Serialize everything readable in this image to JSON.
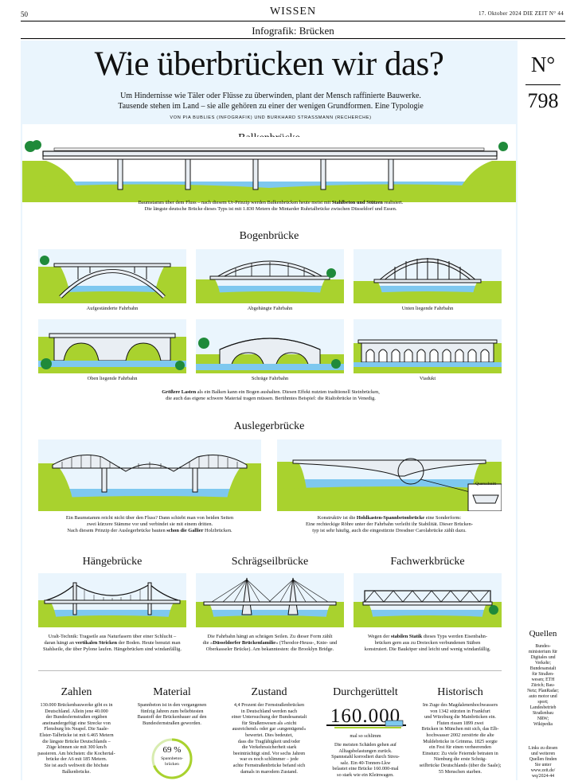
{
  "header": {
    "page_number": "50",
    "section": "WISSEN",
    "dateline": "17. Oktober 2024  DIE ZEIT N° 44",
    "subtitle": "Infografik: Brücken"
  },
  "article": {
    "title": "Wie überbrücken wir das?",
    "lead_1": "Um Hindernisse wie Täler oder Flüsse zu überwinden, plant der Mensch raffinierte Bauwerke.",
    "lead_2": "Tausende stehen im Land – sie alle gehören zu einer der wenigen Grundformen. Eine Typologie",
    "byline": "VON PIA BUBLIES (INFOGRAFIK) UND BURKHARD STRASSMANN (RECHERCHE)"
  },
  "issue": {
    "symbol": "N°",
    "number": "798"
  },
  "balken": {
    "heading": "Balkenbrücke",
    "caption_1a": "Baumstamm über dem Fluss – nach diesem Ur-Prinzip werden Balkenbrücken heute meist mit ",
    "caption_1b": "Stahlbeton und Stützen",
    "caption_1c": " realisiert.",
    "caption_2": "Die längste deutsche Brücke dieses Typs ist mit 1.830 Metern die Mintarder Ruhrtalbrücke zwischen Düsseldorf und Essen."
  },
  "bogen": {
    "heading": "Bogenbrücke",
    "labels": [
      "Aufgeständerte Fahrbahn",
      "Abgehängte Fahrbahn",
      "Unten liegende Fahrbahn",
      "Oben liegende Fahrbahn",
      "Schräge Fahrbahn",
      "Viadukt"
    ],
    "caption_1a": "Größere Lasten",
    "caption_1b": " als ein Balken kann ein Bogen aushalten. Diesen Effekt nutzten traditionell Steinbrücken,",
    "caption_2": "die auch das eigene schwere Material tragen müssen. Berühmtes Beispiel: die Rialtobrücke in Venedig."
  },
  "ausleger": {
    "heading": "Auslegerbrücke",
    "left_1": "Ein Baumstamm reicht nicht über den Fluss? Dann schiebt man von beiden Seiten",
    "left_2": "zwei kürzere Stämme vor und verbindet sie mit einem dritten.",
    "left_3a": "Nach diesem Prinzip der Auslegerbrücke bauten ",
    "left_3b": "schon die Gallier",
    "left_3c": " Holzbrücken.",
    "right_1a": "Konstruktiv ist die ",
    "right_1b": "Hohlkasten-Spannbetonbrücke",
    "right_1c": " eine Sonderform:",
    "right_2": "Eine rechteckige Röhre unter der Fahrbahn verleiht ihr Stabilität. Dieser Brücken-",
    "right_3": "typ ist sehr häufig, auch die eingestürzte Dresdner Carolabrücke zählt dazu.",
    "inset_label": "Querschnitt"
  },
  "haenge": {
    "heading": "Hängebrücke",
    "c1a": "Uralt-Technik: Tragseile aus Naturfasern über einer Schlucht –",
    "c2a": "daran hängt an ",
    "c2b": "vertikalen Stricken",
    "c2c": " der Boden. Heute benutzt man",
    "c3": "Stahlseile, die über Pylone laufen. Hängebrücken sind windanfällig."
  },
  "schraeg": {
    "heading": "Schrägseilbrücke",
    "c1": "Die Fahrbahn hängt an schrägen Seilen. Zu dieser Form zählt",
    "c2a": "die »",
    "c2b": "Düsseldorfer Brückenfamilie",
    "c2c": "« (Theodor-Heuss-, Knie- und",
    "c3": "Oberkasseler Brücke). Am bekanntesten: die Brooklyn Bridge."
  },
  "fachwerk": {
    "heading": "Fachwerkbrücke",
    "c1a": "Wegen der ",
    "c1b": "stabilen Statik",
    "c1c": " dieses Typs werden Eisenbahn-",
    "c2": "brücken gern aus zu Dreiecken verbundenen Stäben",
    "c3": "konstruiert. Die Bauköper sind leicht und wenig windanfällig."
  },
  "quellen": {
    "heading": "Quellen",
    "text": [
      "Bundes-",
      "ministerium für",
      "Digitales und",
      "Verkehr;",
      "Bundesanstalt",
      "für Straßen-",
      "wesen; ETH",
      "Zürich; Bau-",
      "Netz; PlanRadar;",
      "auto motor und",
      "sport;",
      "Landesbetrieb",
      "Straßenbau",
      "NRW;",
      "Wikipedia"
    ],
    "text2": [
      "Links zu diesen",
      "und weiteren",
      "Quellen finden",
      "Sie unter",
      "www.zeit.de/",
      "wq/2024-44"
    ]
  },
  "zahlen": {
    "heading": "Zahlen",
    "lines": [
      "130.000 Brückenbauwerke gibt es in",
      "Deutschland. Allein jene 40.000",
      "der Bundesfernstraßen ergäben",
      "aneinandergefügt eine Strecke von",
      "Flensburg bis Neapel. Die Saale-",
      "Elster-Talbrücke ist mit 6.465 Metern",
      "die längste Brücke Deutschlands –",
      "Züge können sie mit 300 km/h",
      "passieren. Am höchsten: die Kochertal-",
      "brücke der A6 mit 185 Metern.",
      "Sie ist auch weltweit die höchste",
      "Balkenbrücke."
    ]
  },
  "material": {
    "heading": "Material",
    "lines": [
      "Spannbeton ist in den vergangenen",
      "fünfzig Jahren zum beliebtesten",
      "Baustoff der Brückenbauer auf den",
      "Bundesfernstraßen geworden."
    ],
    "pct_label": "69 %",
    "pct_sub": "Spannbeton-",
    "pct_sub2": "brücken",
    "pct": 69
  },
  "zustand": {
    "heading": "Zustand",
    "lines": [
      "4,4 Prozent der Fernstraßenbrücken",
      "in Deutschland werden nach",
      "einer Untersuchung der Bundesanstalt",
      "für Straßenwesen als »nicht",
      "ausreichend« oder gar »ungenügend«",
      "bewertet. Dies bedeutet,",
      "dass die Tragfähigkeit und/oder",
      "die Verkehrssicherheit stark",
      "beeinträchtigt sind. Vor sechs Jahren",
      "war es noch schlimmer – jede",
      "achte Fernstraßenbrücke befand sich",
      "damals in marodem Zustand."
    ]
  },
  "durch": {
    "heading": "Durchgerüttelt",
    "big": "160.000",
    "sub": "mal so schlimm",
    "lines": [
      "Die meisten Schäden gehen auf",
      "Alltagsbelastungen zurück.",
      "Spannstahl korrodiert durch Streu-",
      "salz. Ein 40-Tonnen-Lkw",
      "belastet eine Brücke 160.000-mal",
      "so stark wie ein Kleinwagen."
    ]
  },
  "historisch": {
    "heading": "Historisch",
    "lines": [
      "Im Zuge des Magdalenenhochwassers",
      "von 1342 stürzten in Frankfurt",
      "und Würzburg die Mainbrücken ein.",
      "Fluten rissen 1899 zwei",
      "Brücken in München mit sich, das Elb-",
      "hochwasser 2002 zerstörte die alte",
      "Muldebrücke in Grimma. 1825 sorgte",
      "ein Fest für einen verheerenden",
      "Einsturz: Zu viele Feiernde betraten in",
      "Nienburg die erste Schräg-",
      "seilbrücke Deutschlands (über die Saale);",
      "55 Menschen starben."
    ]
  },
  "colors": {
    "sky": "#eaf5fd",
    "grass": "#a9d22e",
    "grass_dark": "#7fb31f",
    "water": "#7ec8ef",
    "tree": "#1f8a3a",
    "steel": "#e9eef3"
  }
}
